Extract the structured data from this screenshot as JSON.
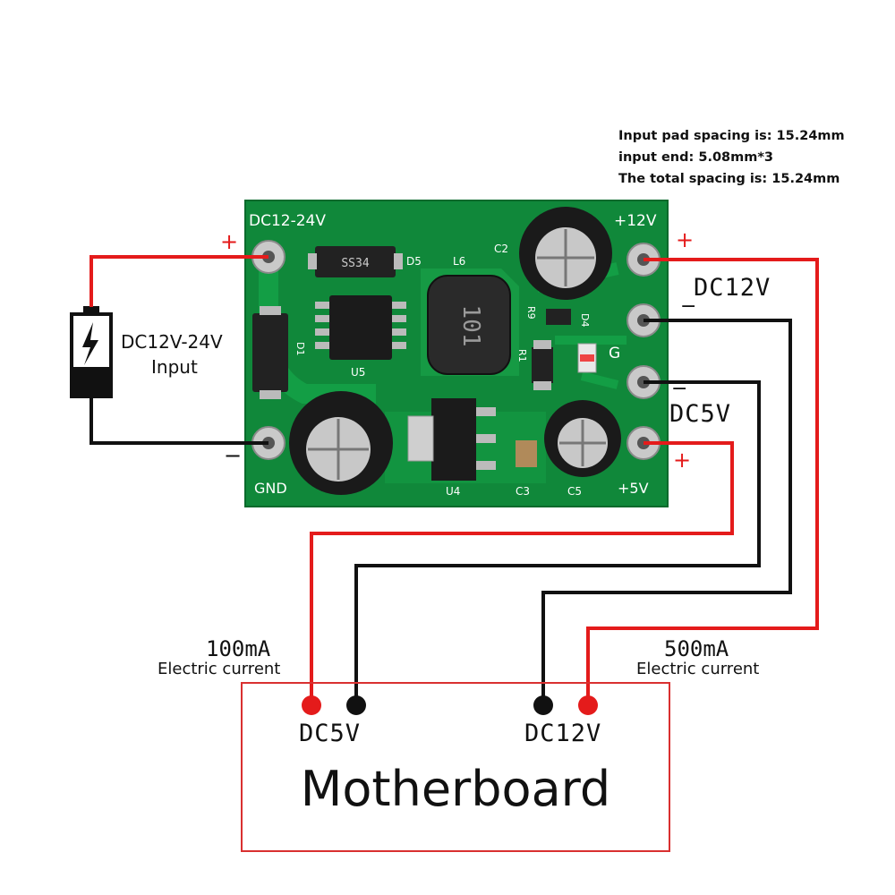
{
  "spec_note": {
    "line1": "Input pad spacing is: 15.24mm",
    "line2": "input end: 5.08mm*3",
    "line3": "The total spacing is: 15.24mm"
  },
  "input": {
    "label_line1": "DC12V-24V",
    "label_line2": "Input",
    "plus": "+",
    "minus": "−"
  },
  "outputs": {
    "dc12v": "DC12V",
    "dc5v": "DC5V",
    "minus": "−",
    "plus": "+"
  },
  "board": {
    "silk_input": "DC12-24V",
    "silk_gnd": "GND",
    "silk_12v": "+12V",
    "silk_5v": "+5V",
    "silk_g": "G",
    "ref_l6": "L6",
    "ref_c2": "C2",
    "ref_d5": "D5",
    "ref_d4": "D4",
    "ref_d1": "D1",
    "ref_u5": "U5",
    "ref_u4": "U4",
    "ref_c3": "C3",
    "ref_c5": "C5",
    "ref_r1": "R1",
    "ref_r9": "R9",
    "inductor_mark": "101",
    "diode_mark": "SS34"
  },
  "currents": {
    "left_value": "100mA",
    "left_caption": "Electric current",
    "right_value": "500mA",
    "right_caption": "Electric current"
  },
  "motherboard": {
    "title": "Motherboard",
    "port_5v": "DC5V",
    "port_12v": "DC12V"
  },
  "colors": {
    "board": "#0f8a3a",
    "wire_red": "#e41b1b",
    "wire_black": "#111111",
    "box_border": "#d93030"
  }
}
